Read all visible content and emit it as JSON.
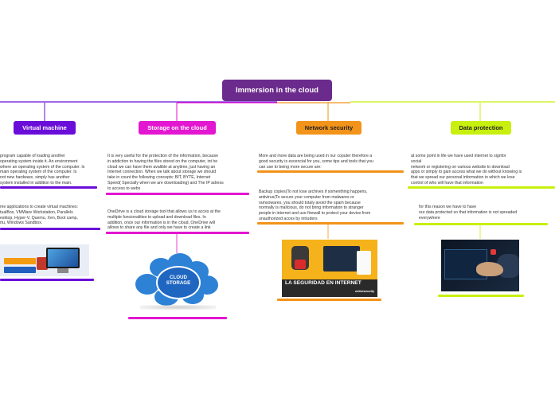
{
  "root": {
    "title": "Immersion in the cloud"
  },
  "colors": {
    "root": "#6b2b8c",
    "virtual_machine": "#6a0dd9",
    "storage": "#e316d1",
    "security": "#f2931a",
    "protection": "#c8f00f"
  },
  "branches": {
    "virtual_machine": {
      "title": "Virtual machine",
      "note1": "program capable of loading another\noperating system inside it. An environment\nwhere an operating system of the computer. Is\nmain operating system of the computer. Is\nnot new hardware, simply has another\nsystem installed in addition to the main.",
      "note2": "me applications to create virtual machines:\ntualBox, VMWare Workstation, Parallels\nesktop, Hyper-V, Quemu, Xen, Boot camp,\nrtu, Windows Sandbox."
    },
    "storage": {
      "title": "Storage on the cloud",
      "note1": "It is very useful for the protection of the information, because\nin addiction to having the files stored on the computer, int he\ncloud we can have them avalible at anytime, just having an\nInternet connection. When we talk about storage we should\ntake in count the following concepts: BIT, BYTE, Internet\nSpeed( Specially when we are downloading) and The IP adress\nto access to webs",
      "note2": "OneDrive is a cloud storage tool that allows us to acces at the\nmultiple funcionalities to upload and download files. In\naddition, once our information is in the cloud, OneDrive will\nallows to share any file and only we have to create a link",
      "cloud_label_line1": "CLOUD",
      "cloud_label_line2": "STORAGE"
    },
    "security": {
      "title": "Network security",
      "note1": "More and more data are being used in our coputer therefore a\ngood security is escencial for you, some tips and tools that you\ncan use to being more secure are:",
      "note2": "Backup copies(To not lose archives if somenthing happens,\nantivirus(To secure your computer from malwares or\nramsowares, you should totaly avoid the spam because\nnormally is malicious, do not bring information to stranger\npeople in internet and use firewall to protect your device from\nunauthorized acces by intruders",
      "image_title": "LA SEGURIDAD EN INTERNET",
      "image_brand": "welivesecurity"
    },
    "protection": {
      "title": "Data protection",
      "note1": "at some point in life we have used internet to signfor\nsocial\nnetwork or registering on various website to download\napps or simply to gain access what we do without knowing is\nthat we spread our personal information in which we lose\ncontrol of who will have that information",
      "note2": "for this reason we have to have\nour data protected so that information is not spreaded\neverywhere"
    }
  },
  "icons": {
    "vm_image": "virtual-machine-illustration-icon",
    "cloud_image": "cloud-storage-icon",
    "security_image": "internet-security-illustration-icon",
    "protection_image": "laptop-lock-photo-icon"
  }
}
